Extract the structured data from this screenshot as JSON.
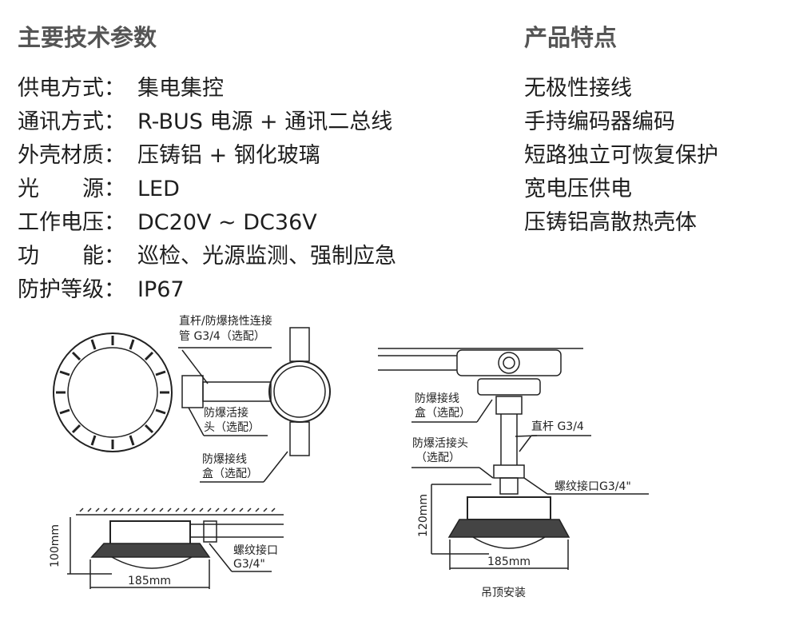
{
  "specs_title": "主要技术参数",
  "features_title": "产品特点",
  "specs": [
    {
      "key": "供电方式：",
      "value": "集电集控"
    },
    {
      "key": "通讯方式：",
      "value": "R-BUS 电源 + 通讯二总线"
    },
    {
      "key": "外壳材质：",
      "value": "压铸铝 + 钢化玻璃"
    },
    {
      "key": "光　　源：",
      "value": "LED"
    },
    {
      "key": "工作电压：",
      "value": "DC20V ~ DC36V"
    },
    {
      "key": "功　　能：",
      "value": "巡检、光源监测、强制应急"
    },
    {
      "key": "防护等级：",
      "value": "IP67"
    }
  ],
  "features": [
    "无极性接线",
    "手持编码器编码",
    "短路独立可恢复保护",
    "宽电压供电",
    "压铸铝高散热壳体"
  ],
  "diagram": {
    "pipe_label": "直杆/防爆挠性连接管 G3/4（选配）",
    "pipe_label_1": "直杆/防爆挠性连接",
    "pipe_label_2": "管 G3/4（选配）",
    "union_label_1": "防爆活接",
    "union_label_2": "头（选配）",
    "box_label_1": "防爆接线",
    "box_label_2": "盒（选配）",
    "height_100": "100mm",
    "width_185": "185mm",
    "thread_label_1": "螺纹接口",
    "thread_label_2": "G3/4\"",
    "pend_box_1": "防爆接线",
    "pend_box_2": "盒（选配）",
    "pend_rod": "直杆 G3/4",
    "pend_union_1": "防爆活接头",
    "pend_union_2": "（选配）",
    "pend_thread": "螺纹接口G3/4\"",
    "height_120": "120mm",
    "pend_width": "185mm",
    "pend_caption": "吊顶安装"
  }
}
